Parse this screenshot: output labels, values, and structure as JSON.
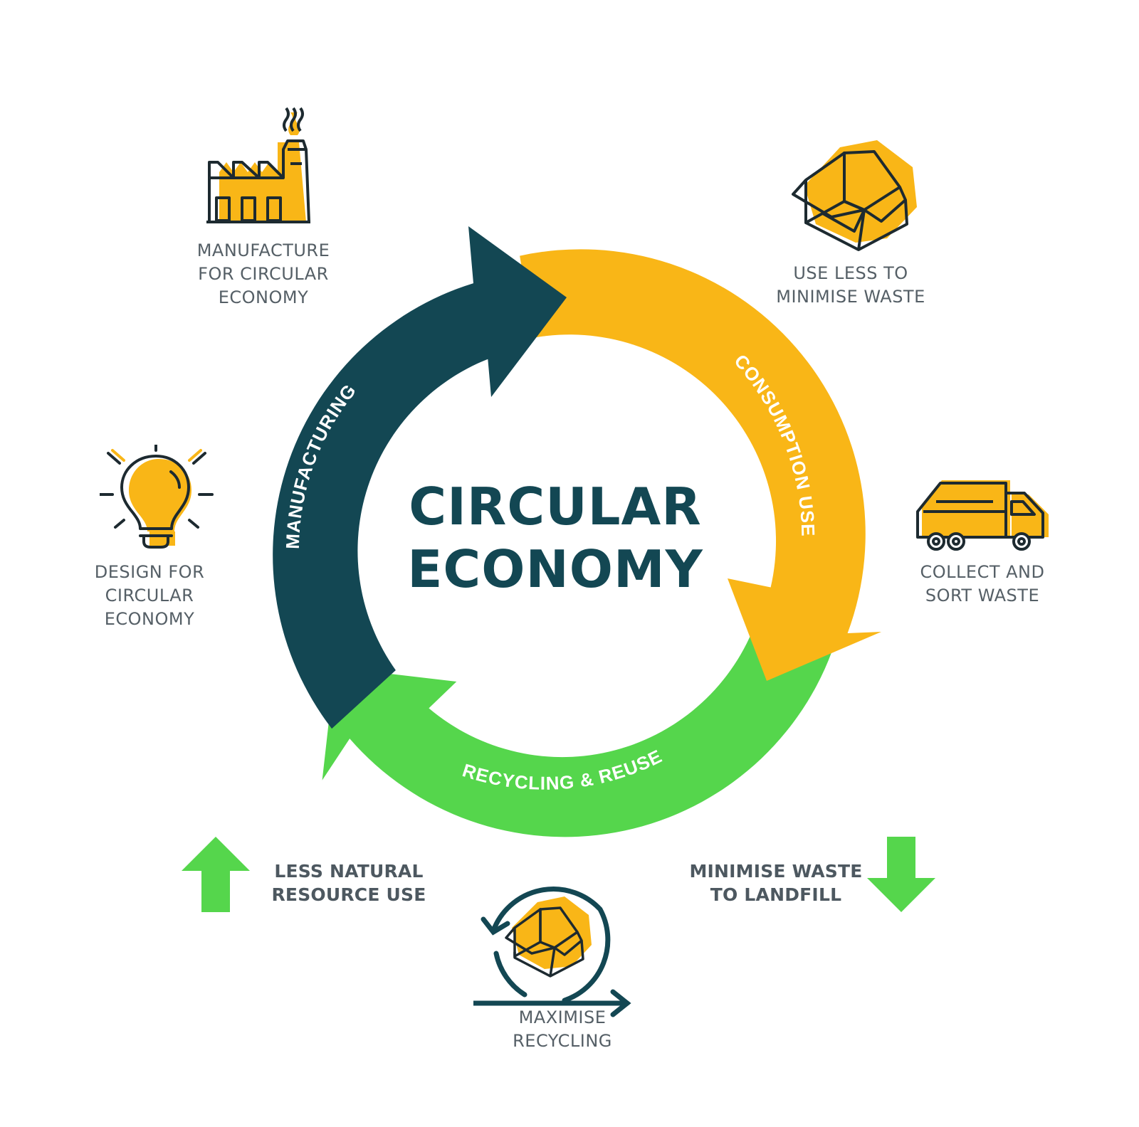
{
  "colors": {
    "navy": "#134753",
    "yellow": "#f9b617",
    "green": "#55d64c",
    "text_gray": "#555f66",
    "white": "#ffffff"
  },
  "title": {
    "line1": "CIRCULAR",
    "line2": "ECONOMY"
  },
  "cycle": {
    "manufacturing": "MANUFACTURING",
    "consumption": "CONSUMPTION USE",
    "recycling": "RECYCLING & REUSE"
  },
  "stages": {
    "manufacture": {
      "icon": "factory-icon",
      "lines": [
        "MANUFACTURE",
        "FOR CIRCULAR",
        "ECONOMY"
      ]
    },
    "use_less": {
      "icon": "open-box-icon",
      "lines": [
        "USE LESS TO",
        "MINIMISE WASTE"
      ]
    },
    "design": {
      "icon": "lightbulb-icon",
      "lines": [
        "DESIGN FOR",
        "CIRCULAR",
        "ECONOMY"
      ]
    },
    "collect": {
      "icon": "garbage-truck-icon",
      "lines": [
        "COLLECT AND",
        "SORT WASTE"
      ]
    },
    "recycle": {
      "icon": "recycle-box-icon",
      "lines": [
        "MAXIMISE",
        "RECYCLING"
      ]
    }
  },
  "benefits": {
    "resource": {
      "icon": "arrow-up-icon",
      "lines": [
        "LESS NATURAL",
        "RESOURCE USE"
      ]
    },
    "landfill": {
      "icon": "arrow-down-icon",
      "lines": [
        "MINIMISE WASTE",
        "TO LANDFILL"
      ]
    }
  }
}
